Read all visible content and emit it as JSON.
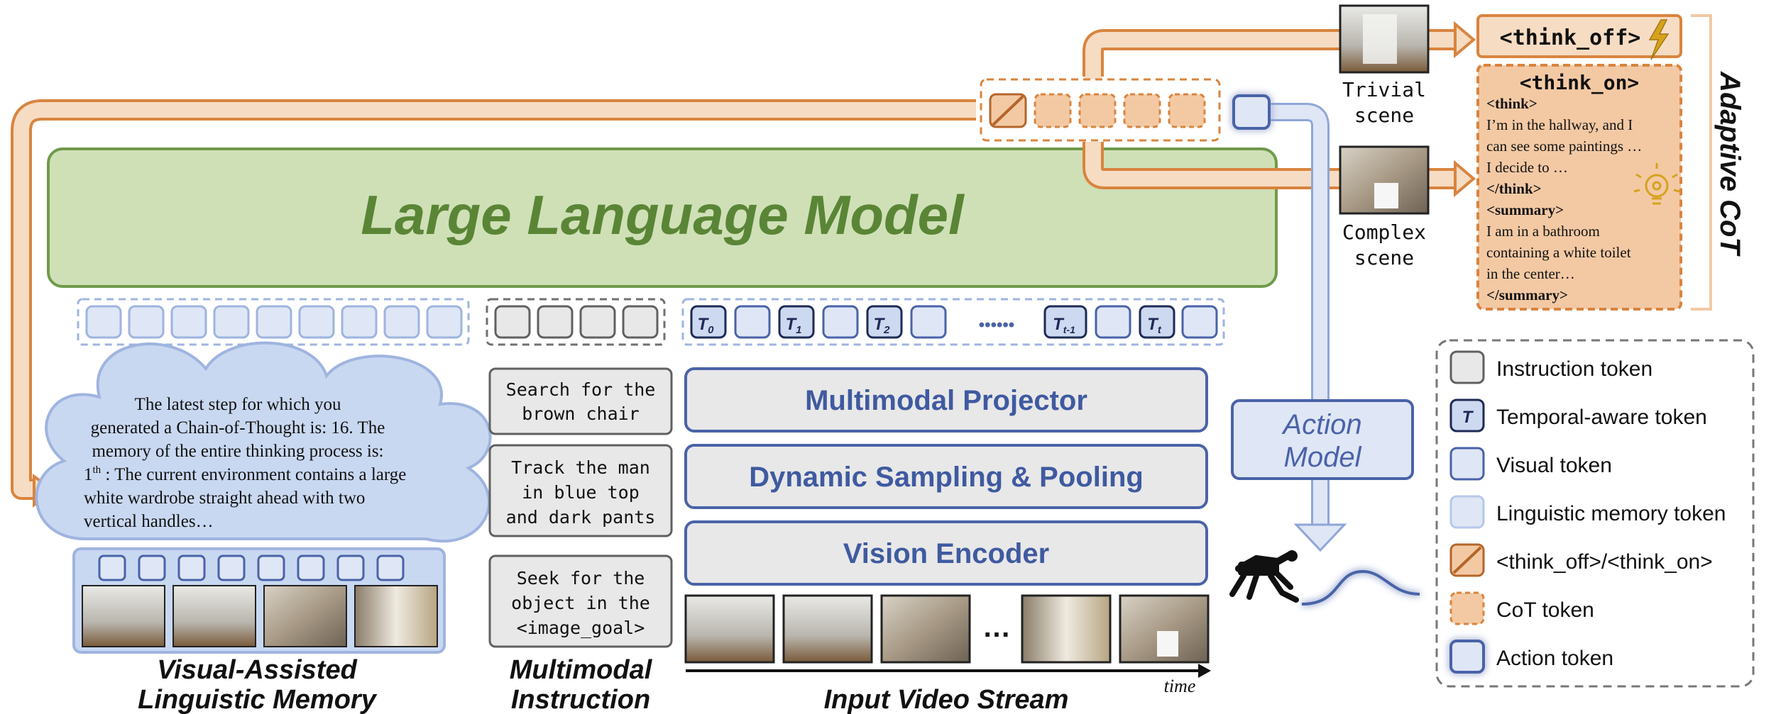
{
  "colors": {
    "llm_fill": "#cfe0b7",
    "llm_stroke": "#6f9a4a",
    "llm_text": "#5a8536",
    "orange": "#d9843e",
    "orange_light": "#f6dcc3",
    "orange_fill": "#f3c9a4",
    "blue": "#4a63a8",
    "blue_fill": "#dfe6f5",
    "blue_light": "#cdd9f0",
    "gray": "#5a5a5a",
    "gray_fill": "#e8e8e8"
  },
  "llm": {
    "title": "Large Language Model"
  },
  "modules": {
    "projector": "Multimodal Projector",
    "sampling": "Dynamic Sampling & Pooling",
    "encoder": "Vision Encoder",
    "action_model_1": "Action",
    "action_model_2": "Model"
  },
  "tokens": {
    "t0": "T",
    "t0_sub": "0",
    "t1": "T",
    "t1_sub": "1",
    "t2": "T",
    "t2_sub": "2",
    "tt1": "T",
    "tt1_sub": "t-1",
    "tt": "T",
    "tt_sub": "t",
    "dots": "••••••"
  },
  "instructions": {
    "i1_l1": "Search for the",
    "i1_l2": "brown chair",
    "i2_l1": "Track the man",
    "i2_l2": "in blue top",
    "i2_l3": "and dark pants",
    "i3_l1": "Seek for the",
    "i3_l2": "object in the",
    "i3_l3": "<image_goal>"
  },
  "memory": {
    "l1": "The latest step for which you",
    "l2": "generated a Chain-of-Thought is: 16. The",
    "l3": "memory of the entire thinking process is:",
    "l4_num": "1",
    "l4_sup": "th",
    "l4_rest": " : The current environment contains a large",
    "l5": "white wardrobe straight ahead with two",
    "l6": "vertical handles…"
  },
  "captions": {
    "memory_1": "Visual-Assisted",
    "memory_2": "Linguistic Memory",
    "instruction_1": "Multimodal",
    "instruction_2": "Instruction",
    "video": "Input Video Stream",
    "time": "time",
    "video_dots": "…"
  },
  "scenes": {
    "trivial_1": "Trivial",
    "trivial_2": "scene",
    "complex_1": "Complex",
    "complex_2": "scene"
  },
  "cot": {
    "think_off": "<think_off>",
    "think_on": "<think_on>",
    "think_open": "<think>",
    "body1": "I’m in the hallway, and I",
    "body2": "can see some paintings …",
    "body3": "I decide to …",
    "think_close": "</think>",
    "summary_open": "<summary>",
    "body4": "I am in a bathroom",
    "body5": "containing a white toilet",
    "body6": "in the center…",
    "summary_close": "</summary>",
    "adaptive": "Adaptive CoT"
  },
  "legend": {
    "instruction": "Instruction token",
    "temporal_icon": "T",
    "temporal": "Temporal-aware token",
    "visual": "Visual token",
    "linguistic": "Linguistic memory token",
    "think": "<think_off>/<think_on>",
    "cot": "CoT token",
    "action": "Action token"
  },
  "icons": {
    "lightning": "lightning-icon",
    "lightbulb": "lightbulb-icon",
    "robot": "robot-dog-icon"
  }
}
